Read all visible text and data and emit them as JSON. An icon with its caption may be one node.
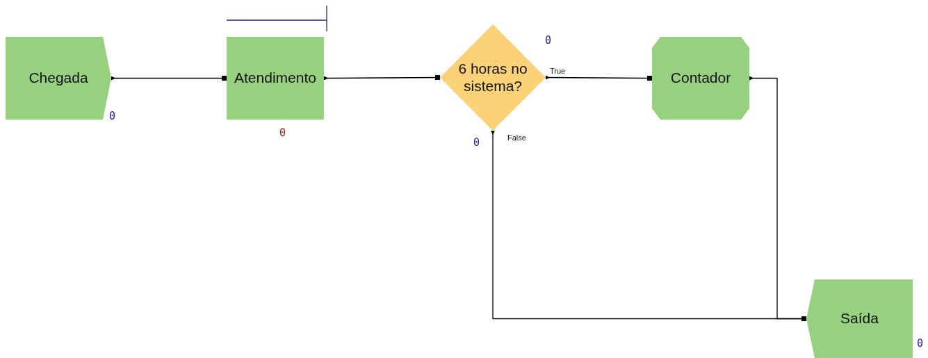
{
  "diagram": {
    "nodes": [
      {
        "text": [
          "Chegada"
        ],
        "beside": [
          "0"
        ]
      },
      {
        "text": [
          "Atendimento"
        ],
        "beside": [
          "0"
        ]
      },
      {
        "text": [
          "6 horas no sistema?"
        ],
        "beside": [
          "0",
          "0"
        ]
      },
      {
        "text": [
          "Contador"
        ]
      },
      {
        "text": [
          "Saída"
        ],
        "beside": [
          "0"
        ]
      }
    ],
    "edges": [
      {
        "from": 0,
        "to": 1,
        "arrow": "other"
      },
      {
        "from": 1,
        "to": 2,
        "arrow": "other"
      },
      {
        "from": 2,
        "to": 3,
        "arrow": "other",
        "label": "True"
      },
      {
        "from": 2,
        "to": 4,
        "arrow": "other",
        "label": "False"
      },
      {
        "from": 3,
        "to": 4,
        "arrow": "other"
      }
    ]
  }
}
